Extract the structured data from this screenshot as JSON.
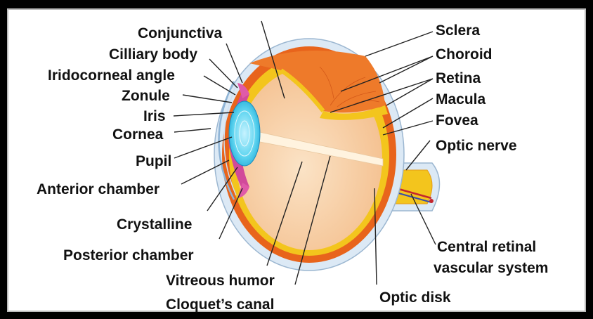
{
  "labels": {
    "conjunctiva": "Conjunctiva",
    "cilliary_body": "Cilliary body",
    "iridocorneal_angle": "Iridocorneal angle",
    "zonule": "Zonule",
    "iris": "Iris",
    "cornea": "Cornea",
    "pupil": "Pupil",
    "anterior_chamber": "Anterior chamber",
    "crystalline": "Crystalline",
    "posterior_chamber": "Posterior chamber",
    "vitreous_humor": "Vitreous humor",
    "cloquets_canal": "Cloquet’s canal",
    "sclera": "Sclera",
    "choroid": "Choroid",
    "retina": "Retina",
    "macula": "Macula",
    "fovea": "Fovea",
    "optic_nerve": "Optic nerve",
    "central_retinal_1": "Central retinal",
    "central_retinal_2": "vascular system",
    "optic_disk": "Optic disk"
  },
  "colors": {
    "sclera": "#dce9f5",
    "choroid": "#e8641c",
    "retina": "#f3c51d",
    "vitreous": "#f6cfa8",
    "lens": "#35c3e6",
    "iris": "#d14a9a"
  }
}
